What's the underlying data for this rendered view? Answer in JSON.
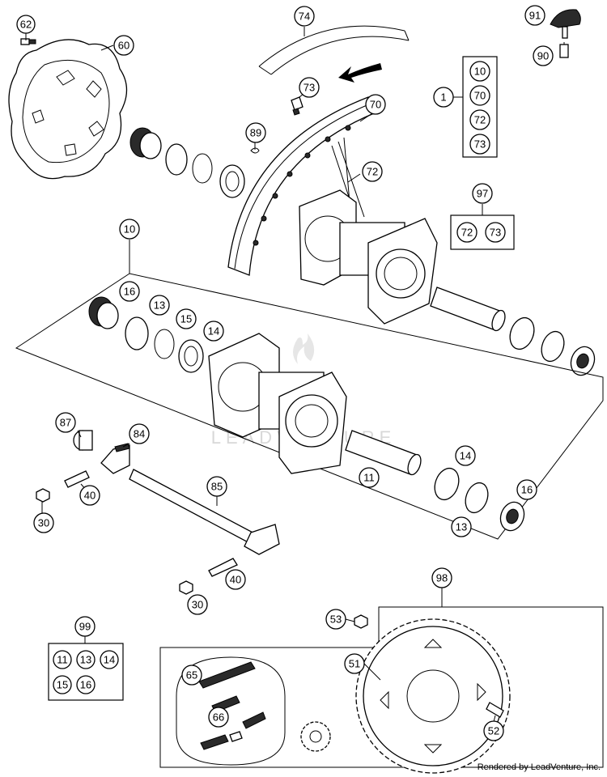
{
  "footer": "Rendered by LeadVenture, Inc.",
  "watermark": "LEADVENTURE",
  "callouts": {
    "c62": "62",
    "c60": "60",
    "c74": "74",
    "c91": "91",
    "c90": "90",
    "c73a": "73",
    "c70": "70",
    "c89": "89",
    "c72": "72",
    "c10top": "10",
    "c16a": "16",
    "c13a": "13",
    "c15": "15",
    "c14a": "14",
    "c87": "87",
    "c84": "84",
    "c40a": "40",
    "c30a": "30",
    "c85": "85",
    "c11": "11",
    "c14b": "14",
    "c16b": "16",
    "c13b": "13",
    "c40b": "40",
    "c30b": "30",
    "c98": "98",
    "c53": "53",
    "c51": "51",
    "c52": "52",
    "c65": "65",
    "c66": "66",
    "c99": "99",
    "c97": "97",
    "c1": "1"
  },
  "kits": {
    "k1": [
      "10",
      "70",
      "72",
      "73"
    ],
    "k97": [
      "72",
      "73"
    ],
    "k99": [
      "11",
      "13",
      "14",
      "15",
      "16"
    ]
  }
}
